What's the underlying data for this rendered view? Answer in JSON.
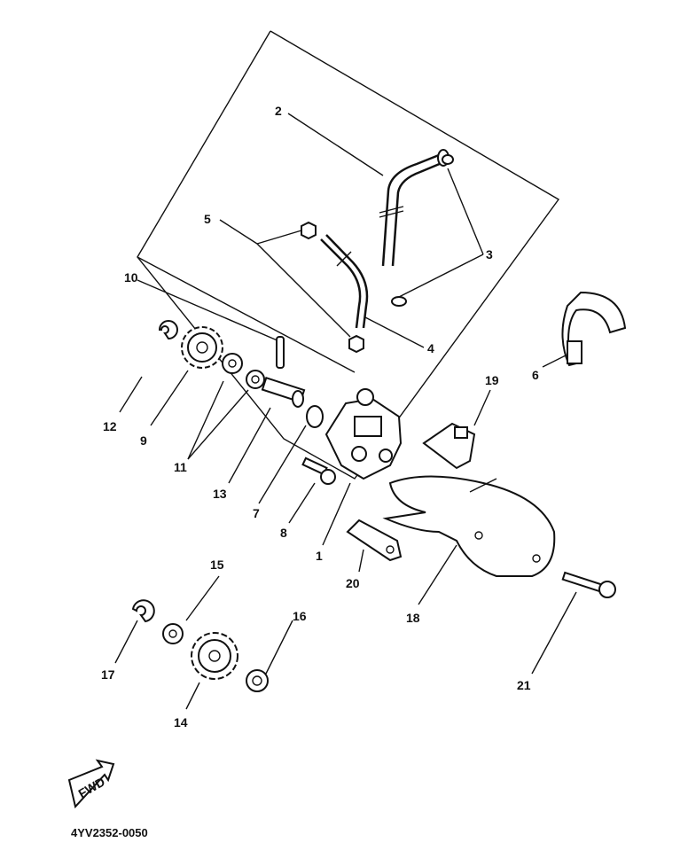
{
  "diagram": {
    "labels": {
      "p1": "1",
      "p2": "2",
      "p3": "3",
      "p4": "4",
      "p5": "5",
      "p6": "6",
      "p7": "7",
      "p8": "8",
      "p9": "9",
      "p10": "10",
      "p11": "11",
      "p12": "12",
      "p13": "13",
      "p14": "14",
      "p15": "15",
      "p16": "16",
      "p17": "17",
      "p18": "18",
      "p19": "19",
      "p20": "20",
      "p21": "21"
    },
    "fwd_text": "FWD",
    "drawing_code": "4YV2352-0050"
  }
}
